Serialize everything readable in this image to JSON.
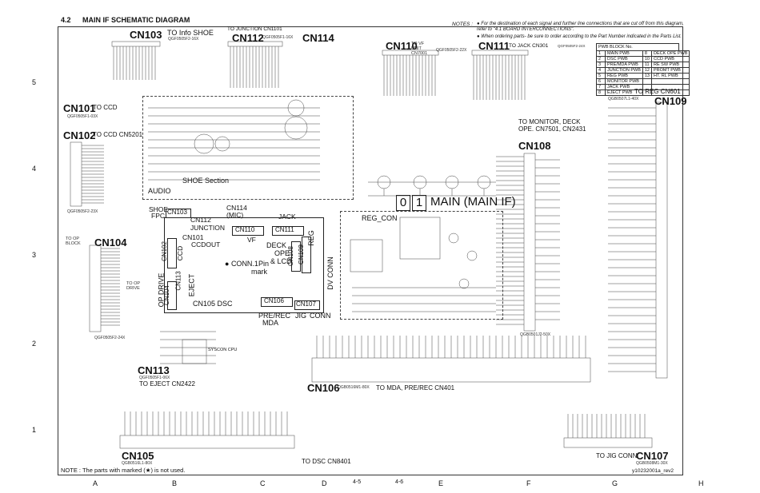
{
  "header": {
    "section": "4.2",
    "title": "MAIN IF SCHEMATIC DIAGRAM",
    "notes_label": "NOTES :",
    "note1": "For the destination of each signal and further line connections that are cut off from this diagram, refer to \"4.1 BOARD INTERCONNECTIONS\".",
    "note2": "When ordering parts- be sure to order according to the Part Number indicated in the Parts List."
  },
  "connectors": {
    "cn103": {
      "name": "CN103",
      "desc": "TO Info SHOE",
      "part": "QGF0505F2-16X"
    },
    "cn112": {
      "name": "CN112",
      "desc": "TO JUNCTION CN1101",
      "part": "QGF0505F1-16X"
    },
    "cn114": {
      "name": "CN114"
    },
    "cn110": {
      "name": "CN110",
      "desc": "TO VF UNIT CN7001",
      "part": "QGF0505F2-22X"
    },
    "cn111": {
      "name": "CN111",
      "desc": "TO JACK CN301",
      "part": "QGF0505F2-24X"
    },
    "cn101": {
      "name": "CN101",
      "desc": "TO CCD",
      "part": "QGF0505F1-03X"
    },
    "cn102": {
      "name": "CN102",
      "desc": "TO CCD CN5201",
      "part": "QGF0505F2-23X"
    },
    "cn104": {
      "name": "CN104",
      "desc": "TO OP BLOCK",
      "desc2": "TO OP DRIVE",
      "part": "QGF0505F2-24X"
    },
    "cn108": {
      "name": "CN108",
      "desc": "TO MONITOR, DECK OPE. CN7501, CN2431",
      "part": "QGB0501J2-50X"
    },
    "cn109": {
      "name": "CN109",
      "desc": "TO REG CN601",
      "part": "QGB0507L1-40X"
    },
    "cn113": {
      "name": "CN113",
      "desc": "TO EJECT CN2422",
      "part": "QGF0505F1-06X"
    },
    "cn105": {
      "name": "CN105",
      "desc": "TO DSC CN8401",
      "part": "QGB0516L1-80X"
    },
    "cn106": {
      "name": "CN106",
      "desc": "TO MDA, PRE/REC CN401",
      "part": "QGB0516M1-80X"
    },
    "cn107": {
      "name": "CN107",
      "desc": "TO JIG CONN",
      "part": "QGB0508M1-30X"
    }
  },
  "blocks": {
    "shoe_section": "SHOE Section",
    "audio": "AUDIO",
    "reg_con": "REG_CON",
    "main_title": "MAIN (MAIN IF)",
    "board_no": [
      "0",
      "1"
    ],
    "sys_cpu": "SYSCON CPU"
  },
  "layout_map": {
    "shoe_fpc": "SHOE FPC",
    "cn103": "CN103",
    "cn112": "CN112",
    "junction": "JUNCTION",
    "cn114": "CN114",
    "mic": "(MIC)",
    "jack": "JACK",
    "cn110": "CN110",
    "vf": "VF",
    "cn111": "CN111",
    "cn101": "CN101",
    "ccdout": "CCDOUT",
    "cn102": "CN102",
    "ccd": "CCD",
    "deck": "DECK",
    "ope": "OPE",
    "lcd": "& LCD",
    "cn108": "CN108",
    "cn109": "CN109",
    "reg": "REG",
    "conn1pin": "CONN.1Pin",
    "mark": "mark",
    "op_drive": "OP DRIVE",
    "cn104": "CN104",
    "cn113": "CN113",
    "eject": "EJECT",
    "cn105_dsc": "CN105  DSC",
    "cn106": "CN106",
    "cn107": "CN107",
    "dv_conn": "DV  CONN",
    "pre_rec": "PRE/REC",
    "mda": "MDA",
    "jig": "JIG",
    "conn": "CONN"
  },
  "pwb_block": {
    "title": "PWB BLOCK  No.",
    "rows": [
      [
        "1",
        "MAIN  PWB",
        "8",
        "DECK OPE PWB"
      ],
      [
        "2",
        "DSC  PWB",
        "10",
        "CCD  PWB"
      ],
      [
        "3",
        "PRE/MDA  PWB",
        "11",
        "RE SW  PWB"
      ],
      [
        "4",
        "JUNCTION  PWB",
        "12",
        "PROMT  PWB"
      ],
      [
        "5",
        "REG  PWB",
        "13",
        "HT. RL  PWB"
      ],
      [
        "6",
        "MONITOR  PWB",
        "",
        ""
      ],
      [
        "7",
        "JACK  PWB",
        "",
        ""
      ],
      [
        "8",
        "EJECT  PWB",
        "",
        ""
      ]
    ]
  },
  "footer": {
    "note": "NOTE : The parts with marked (★) is not used.",
    "page_left": "4-5",
    "page_right": "4-6",
    "doc_id": "y10232001a_rev2"
  },
  "grid": {
    "rows": [
      "5",
      "4",
      "3",
      "2",
      "1"
    ],
    "cols": [
      "A",
      "B",
      "C",
      "D",
      "E",
      "F",
      "G",
      "H"
    ]
  }
}
